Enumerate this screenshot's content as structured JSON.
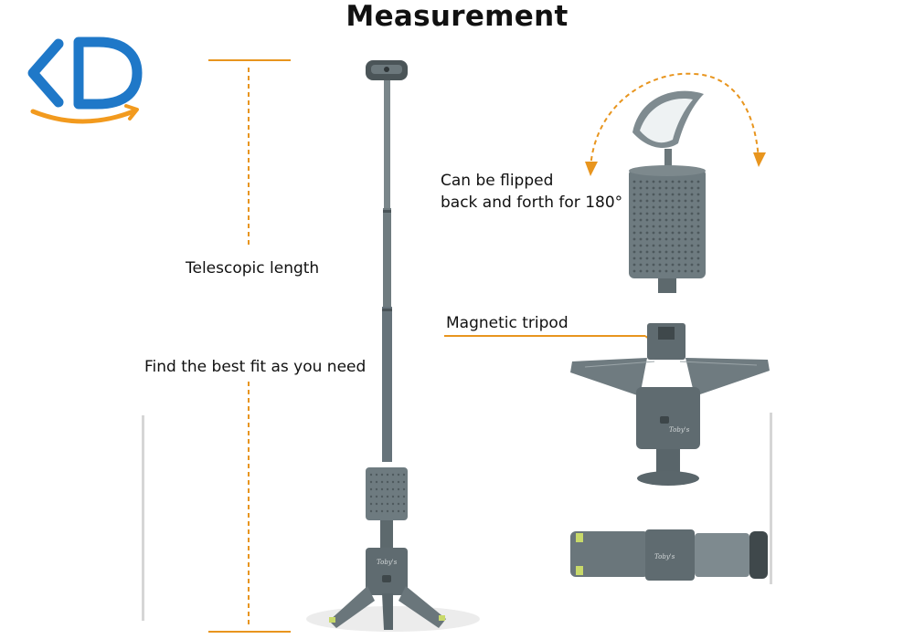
{
  "page": {
    "title": "Measurement"
  },
  "annotations": {
    "telescopic_length": "Telescopic length",
    "best_fit": "Find the best fit as you need",
    "flip_line1": "Can be flipped",
    "flip_line2": "back and forth for 180°",
    "tripod": "Magnetic tripod"
  },
  "product": {
    "brand_mark": "Toby's"
  },
  "colors": {
    "accent_orange": "#E8951E",
    "logo_blue": "#1F78C8",
    "device_gray": "#6E7B80"
  }
}
